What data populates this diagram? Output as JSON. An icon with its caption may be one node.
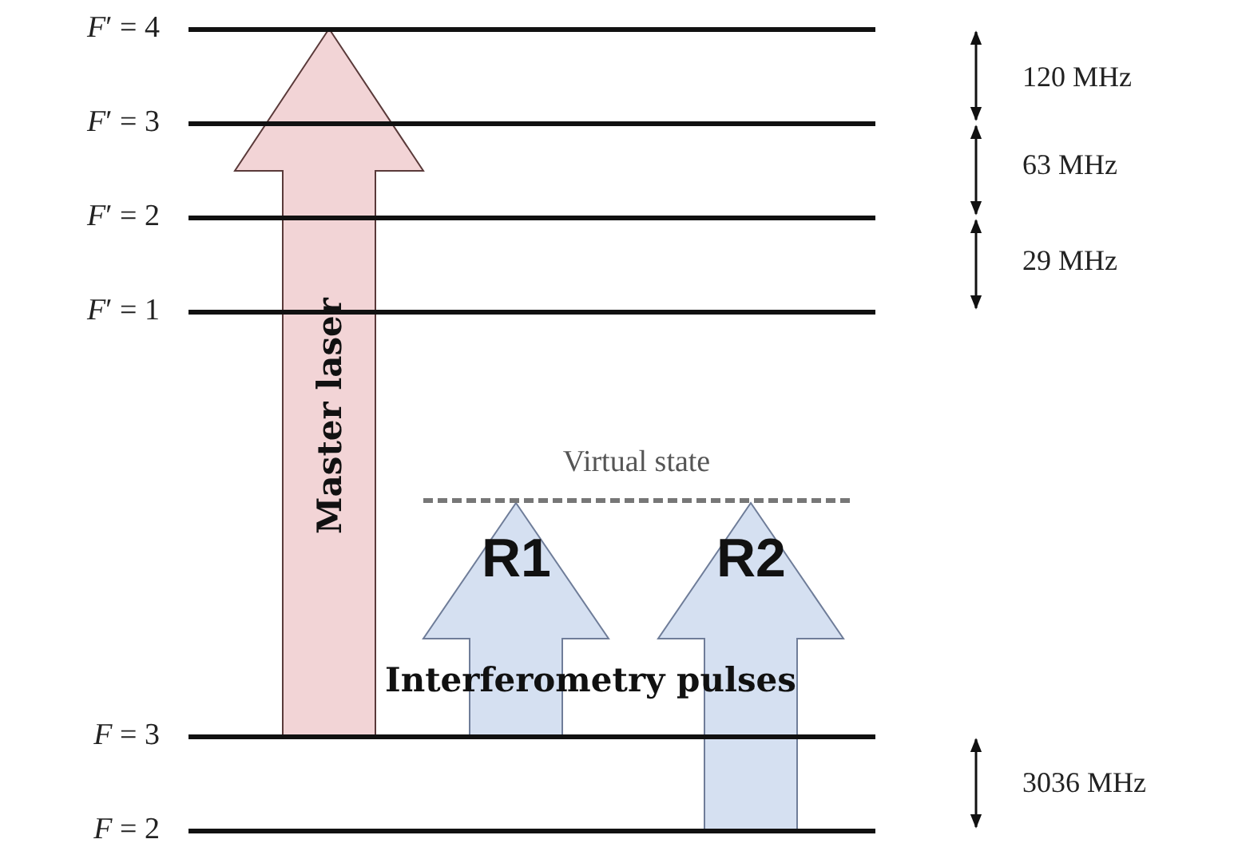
{
  "diagram": {
    "nodes": [
      {
        "text": [
          "*F*′ = 4"
        ]
      },
      {
        "text": [
          "*F*′ = 3"
        ]
      },
      {
        "text": [
          "*F*′ = 2"
        ]
      },
      {
        "text": [
          "*F*′ = 1"
        ]
      },
      {
        "text": [
          "Virtual state"
        ]
      },
      {
        "text": [
          "*F* = 3"
        ]
      },
      {
        "text": [
          "*F* = 2"
        ]
      }
    ],
    "edges": [
      {
        "from": 5,
        "to": 0,
        "arrow": "to",
        "label": "Master laser",
        "color": "#f2d4d6"
      },
      {
        "from": 5,
        "to": 4,
        "arrow": "to",
        "label": "R1"
      },
      {
        "from": 6,
        "to": 4,
        "arrow": "to",
        "label": "R2"
      }
    ],
    "labels": [
      "120 MHz",
      "63 MHz",
      "29 MHz",
      "Interferometry pulses",
      "3036 MHz"
    ]
  }
}
